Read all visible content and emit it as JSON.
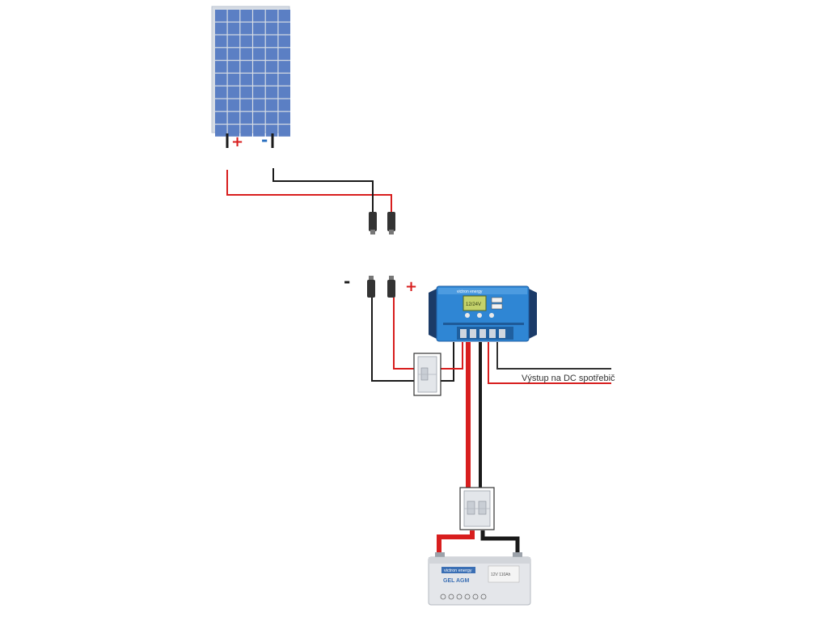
{
  "panel": {
    "plus_symbol": "+",
    "minus_symbol": "-",
    "frame_color": "#d6dce4",
    "cell_color": "#5b7fc4"
  },
  "connectors": {
    "minus_symbol": "-",
    "plus_symbol": "+"
  },
  "controller": {
    "body_color": "#2f86d4",
    "bracket_color": "#1b3b68",
    "brand_text": "victron energy",
    "screen_text": "12/24V"
  },
  "output": {
    "label": "Výstup na DC spotřebič"
  },
  "battery": {
    "brand_text": "victron energy",
    "model_text": "GEL AGM",
    "spec_text": "12V 110Ah",
    "case_color": "#e4e6ea"
  },
  "wires": {
    "positive_color": "#d81e1e",
    "negative_color": "#1a1a1a"
  }
}
